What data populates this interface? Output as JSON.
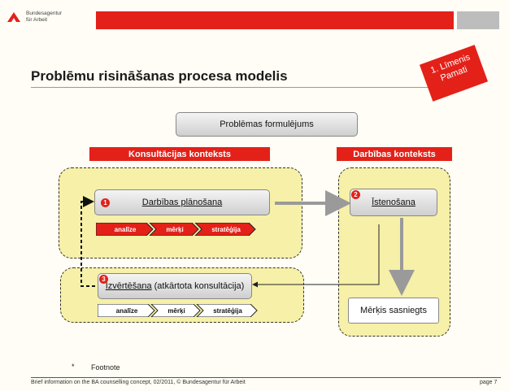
{
  "header": {
    "logo_line1": "Bundesagentur",
    "logo_line2": "für Arbeit"
  },
  "title": "Problēmu risināšanas procesa modelis",
  "badge": {
    "line1": "1. Līmenis",
    "line2": "Pamati"
  },
  "diagram": {
    "problem_box": "Problēmas formulējums",
    "left_header": "Konsultācijas konteksts",
    "right_header": "Darbības konteksts",
    "planning": {
      "number": "1",
      "label": "Darbības plānošana"
    },
    "planning_steps": [
      "analīze",
      "mērķi",
      "stratēģija"
    ],
    "implementation": {
      "number": "2",
      "label": "Īstenošana"
    },
    "evaluation": {
      "number": "3",
      "label_underlined": "Izvērtēšana",
      "label_rest": " (atkārtota konsultācija)"
    },
    "evaluation_steps": [
      "analīze",
      "mērķi",
      "stratēģija"
    ],
    "goal_box": "Mērķis sasniegts"
  },
  "footnote": {
    "star": "*",
    "text": "Footnote"
  },
  "footer": {
    "left": "Brief information on the BA counselling concept, 02/2011, © Bundesagentur für Arbeit",
    "right": "page 7"
  },
  "colors": {
    "accent_red": "#e32119",
    "zone_yellow": "#f6f0a8",
    "box_grey": "#d9d9d9"
  }
}
